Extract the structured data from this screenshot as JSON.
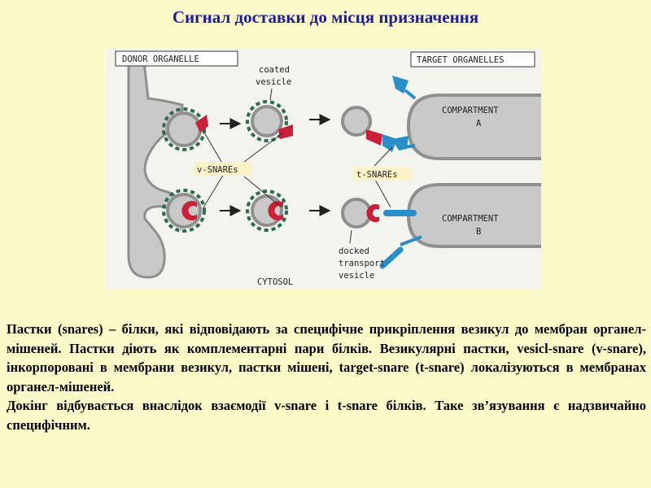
{
  "title": "Сигнал доставки до місця призначення",
  "figure": {
    "donor_label": "DONOR ORGANELLE",
    "target_label": "TARGET ORGANELLES",
    "coated_vesicle": [
      "coated",
      "vesicle"
    ],
    "v_snares": "v-SNAREs",
    "t_snares": "t-SNAREs",
    "compartment_a": [
      "COMPARTMENT",
      "A"
    ],
    "compartment_b": [
      "COMPARTMENT",
      "B"
    ],
    "docked_vesicle": [
      "docked",
      "transport",
      "vesicle"
    ],
    "cytosol": "CYTOSOL",
    "colors": {
      "membrane": "#8f8f8f",
      "membrane_fill": "#c9c9c9",
      "coat": "#2e6b4e",
      "v_snare_red": "#cc1f3a",
      "t_snare_blue": "#2a8fc9",
      "label_box": "#fbf3c5"
    }
  },
  "paragraphs": [
    "Пастки (snares) – білки, які відповідають за специфічне прикріплення везикул до мембран органел-мішеней. Пастки діють як комплементарні пари білків. Везикулярні пастки, vesicl-snare (v-snare), інкорпоровані в мембрани везикул, пастки мішені, target-snare (t-snare) локалізуються в мембранах органел-мішеней.",
    "Докінг відбувається внаслідок взаємодії v-snare і t-snare білків. Таке зв’язування є надзвичайно специфічним."
  ]
}
